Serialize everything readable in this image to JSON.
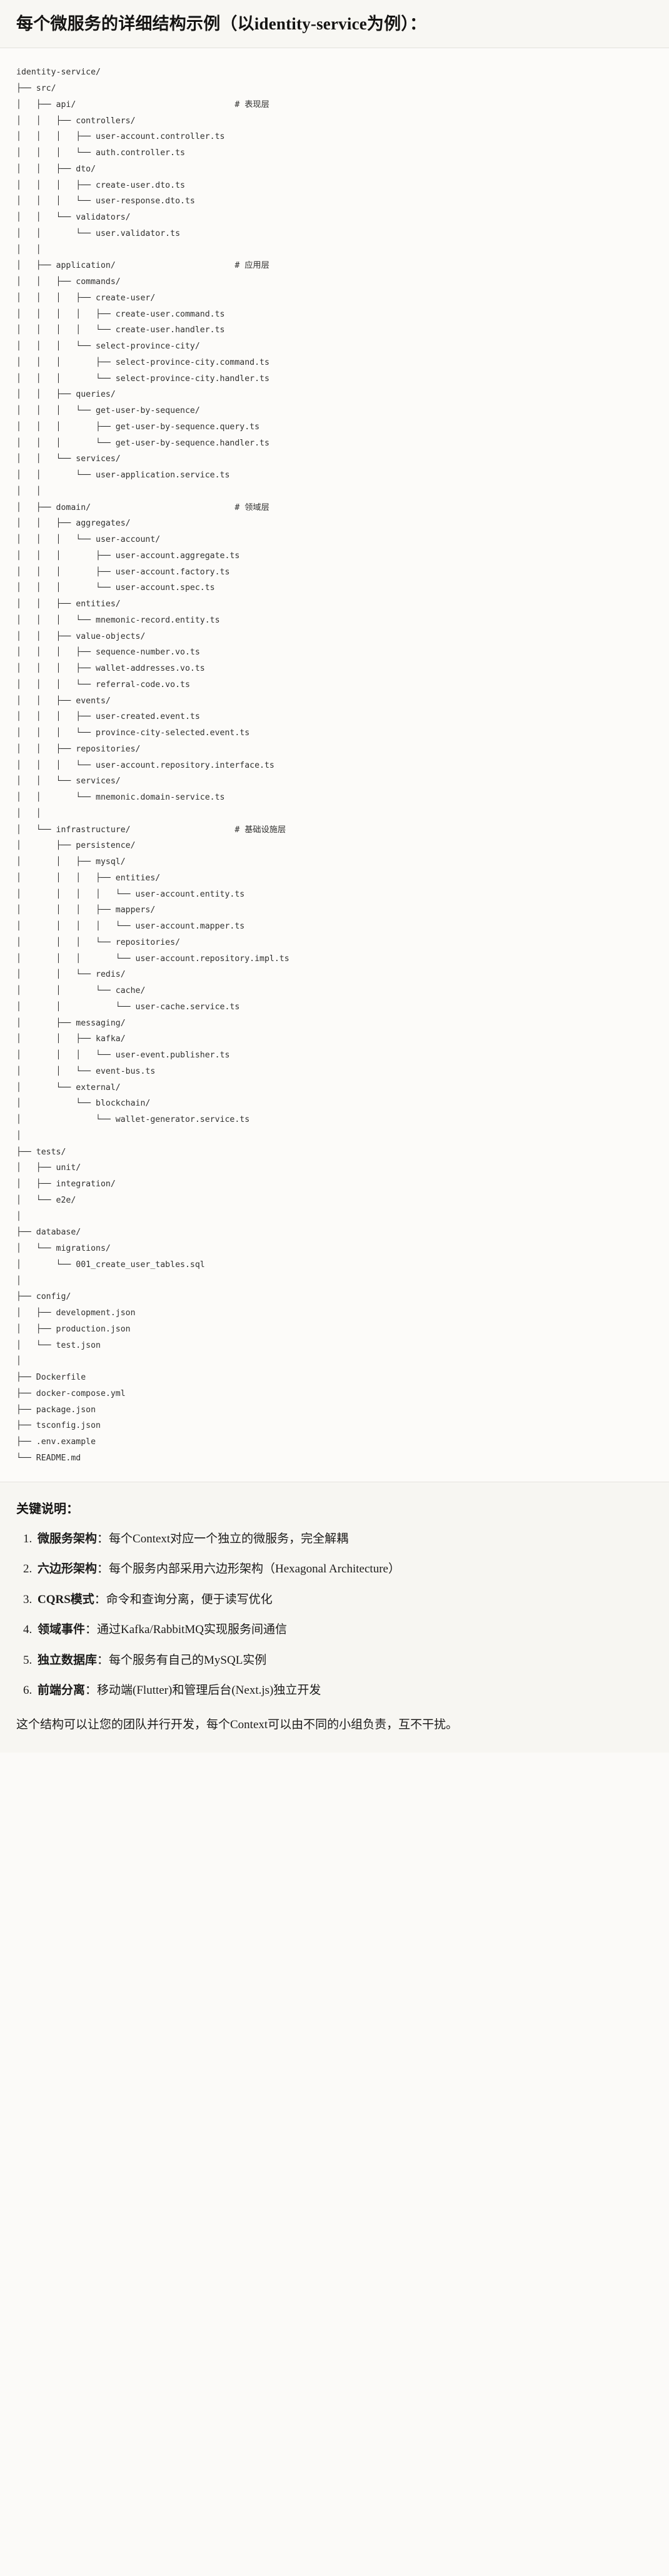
{
  "header": {
    "title": "每个微服务的详细结构示例（以identity-service为例）："
  },
  "tree": {
    "comment_column": 44,
    "lines": [
      {
        "text": "identity-service/",
        "comment": ""
      },
      {
        "text": "├── src/",
        "comment": ""
      },
      {
        "text": "│   ├── api/",
        "comment": "# 表现层"
      },
      {
        "text": "│   │   ├── controllers/",
        "comment": ""
      },
      {
        "text": "│   │   │   ├── user-account.controller.ts",
        "comment": ""
      },
      {
        "text": "│   │   │   └── auth.controller.ts",
        "comment": ""
      },
      {
        "text": "│   │   ├── dto/",
        "comment": ""
      },
      {
        "text": "│   │   │   ├── create-user.dto.ts",
        "comment": ""
      },
      {
        "text": "│   │   │   └── user-response.dto.ts",
        "comment": ""
      },
      {
        "text": "│   │   └── validators/",
        "comment": ""
      },
      {
        "text": "│   │       └── user.validator.ts",
        "comment": ""
      },
      {
        "text": "│   │",
        "comment": ""
      },
      {
        "text": "│   ├── application/",
        "comment": "# 应用层"
      },
      {
        "text": "│   │   ├── commands/",
        "comment": ""
      },
      {
        "text": "│   │   │   ├── create-user/",
        "comment": ""
      },
      {
        "text": "│   │   │   │   ├── create-user.command.ts",
        "comment": ""
      },
      {
        "text": "│   │   │   │   └── create-user.handler.ts",
        "comment": ""
      },
      {
        "text": "│   │   │   └── select-province-city/",
        "comment": ""
      },
      {
        "text": "│   │   │       ├── select-province-city.command.ts",
        "comment": ""
      },
      {
        "text": "│   │   │       └── select-province-city.handler.ts",
        "comment": ""
      },
      {
        "text": "│   │   ├── queries/",
        "comment": ""
      },
      {
        "text": "│   │   │   └── get-user-by-sequence/",
        "comment": ""
      },
      {
        "text": "│   │   │       ├── get-user-by-sequence.query.ts",
        "comment": ""
      },
      {
        "text": "│   │   │       └── get-user-by-sequence.handler.ts",
        "comment": ""
      },
      {
        "text": "│   │   └── services/",
        "comment": ""
      },
      {
        "text": "│   │       └── user-application.service.ts",
        "comment": ""
      },
      {
        "text": "│   │",
        "comment": ""
      },
      {
        "text": "│   ├── domain/",
        "comment": "# 领域层"
      },
      {
        "text": "│   │   ├── aggregates/",
        "comment": ""
      },
      {
        "text": "│   │   │   └── user-account/",
        "comment": ""
      },
      {
        "text": "│   │   │       ├── user-account.aggregate.ts",
        "comment": ""
      },
      {
        "text": "│   │   │       ├── user-account.factory.ts",
        "comment": ""
      },
      {
        "text": "│   │   │       └── user-account.spec.ts",
        "comment": ""
      },
      {
        "text": "│   │   ├── entities/",
        "comment": ""
      },
      {
        "text": "│   │   │   └── mnemonic-record.entity.ts",
        "comment": ""
      },
      {
        "text": "│   │   ├── value-objects/",
        "comment": ""
      },
      {
        "text": "│   │   │   ├── sequence-number.vo.ts",
        "comment": ""
      },
      {
        "text": "│   │   │   ├── wallet-addresses.vo.ts",
        "comment": ""
      },
      {
        "text": "│   │   │   └── referral-code.vo.ts",
        "comment": ""
      },
      {
        "text": "│   │   ├── events/",
        "comment": ""
      },
      {
        "text": "│   │   │   ├── user-created.event.ts",
        "comment": ""
      },
      {
        "text": "│   │   │   └── province-city-selected.event.ts",
        "comment": ""
      },
      {
        "text": "│   │   ├── repositories/",
        "comment": ""
      },
      {
        "text": "│   │   │   └── user-account.repository.interface.ts",
        "comment": ""
      },
      {
        "text": "│   │   └── services/",
        "comment": ""
      },
      {
        "text": "│   │       └── mnemonic.domain-service.ts",
        "comment": ""
      },
      {
        "text": "│   │",
        "comment": ""
      },
      {
        "text": "│   └── infrastructure/",
        "comment": "# 基础设施层"
      },
      {
        "text": "│       ├── persistence/",
        "comment": ""
      },
      {
        "text": "│       │   ├── mysql/",
        "comment": ""
      },
      {
        "text": "│       │   │   ├── entities/",
        "comment": ""
      },
      {
        "text": "│       │   │   │   └── user-account.entity.ts",
        "comment": ""
      },
      {
        "text": "│       │   │   ├── mappers/",
        "comment": ""
      },
      {
        "text": "│       │   │   │   └── user-account.mapper.ts",
        "comment": ""
      },
      {
        "text": "│       │   │   └── repositories/",
        "comment": ""
      },
      {
        "text": "│       │   │       └── user-account.repository.impl.ts",
        "comment": ""
      },
      {
        "text": "│       │   └── redis/",
        "comment": ""
      },
      {
        "text": "│       │       └── cache/",
        "comment": ""
      },
      {
        "text": "│       │           └── user-cache.service.ts",
        "comment": ""
      },
      {
        "text": "│       ├── messaging/",
        "comment": ""
      },
      {
        "text": "│       │   ├── kafka/",
        "comment": ""
      },
      {
        "text": "│       │   │   └── user-event.publisher.ts",
        "comment": ""
      },
      {
        "text": "│       │   └── event-bus.ts",
        "comment": ""
      },
      {
        "text": "│       └── external/",
        "comment": ""
      },
      {
        "text": "│           └── blockchain/",
        "comment": ""
      },
      {
        "text": "│               └── wallet-generator.service.ts",
        "comment": ""
      },
      {
        "text": "│",
        "comment": ""
      },
      {
        "text": "├── tests/",
        "comment": ""
      },
      {
        "text": "│   ├── unit/",
        "comment": ""
      },
      {
        "text": "│   ├── integration/",
        "comment": ""
      },
      {
        "text": "│   └── e2e/",
        "comment": ""
      },
      {
        "text": "│",
        "comment": ""
      },
      {
        "text": "├── database/",
        "comment": ""
      },
      {
        "text": "│   └── migrations/",
        "comment": ""
      },
      {
        "text": "│       └── 001_create_user_tables.sql",
        "comment": ""
      },
      {
        "text": "│",
        "comment": ""
      },
      {
        "text": "├── config/",
        "comment": ""
      },
      {
        "text": "│   ├── development.json",
        "comment": ""
      },
      {
        "text": "│   ├── production.json",
        "comment": ""
      },
      {
        "text": "│   └── test.json",
        "comment": ""
      },
      {
        "text": "│",
        "comment": ""
      },
      {
        "text": "├── Dockerfile",
        "comment": ""
      },
      {
        "text": "├── docker-compose.yml",
        "comment": ""
      },
      {
        "text": "├── package.json",
        "comment": ""
      },
      {
        "text": "├── tsconfig.json",
        "comment": ""
      },
      {
        "text": "├── .env.example",
        "comment": ""
      },
      {
        "text": "└── README.md",
        "comment": ""
      }
    ]
  },
  "notes": {
    "heading": "关键说明：",
    "items": [
      {
        "term": "微服务架构",
        "desc": "：每个Context对应一个独立的微服务，完全解耦"
      },
      {
        "term": "六边形架构",
        "desc": "：每个服务内部采用六边形架构（Hexagonal Architecture）"
      },
      {
        "term": "CQRS模式",
        "desc": "：命令和查询分离，便于读写优化"
      },
      {
        "term": "领域事件",
        "desc": "：通过Kafka/RabbitMQ实现服务间通信"
      },
      {
        "term": "独立数据库",
        "desc": "：每个服务有自己的MySQL实例"
      },
      {
        "term": "前端分离",
        "desc": "：移动端(Flutter)和管理后台(Next.js)独立开发"
      }
    ],
    "closing": "这个结构可以让您的团队并行开发，每个Context可以由不同的小组负责，互不干扰。"
  },
  "colors": {
    "page_bg": "#fbfaf8",
    "header_bg": "#f8f7f3",
    "code_bg": "#fcfbf9",
    "notes_bg": "#f7f6f2",
    "text": "#1c1b1a",
    "code_text": "#30302f",
    "divider": "#e3e1dc"
  }
}
